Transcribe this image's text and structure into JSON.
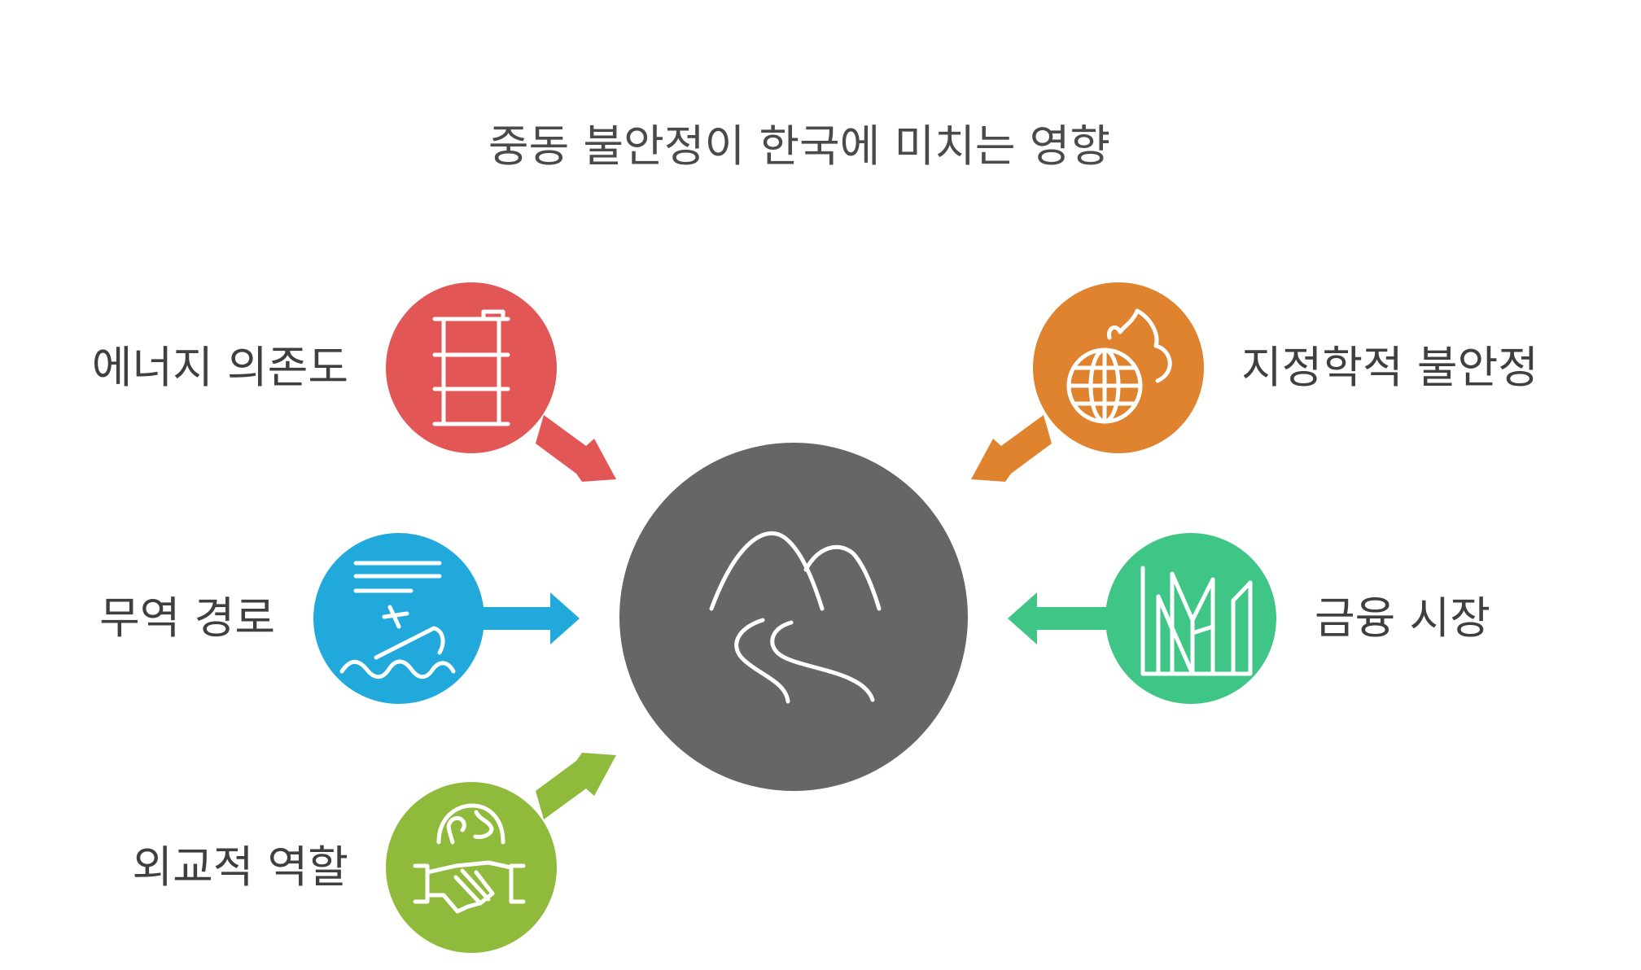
{
  "title": "중동 불안정이 한국에 미치는 영향",
  "center": {
    "icon": "mountain-road-icon",
    "color": "#666666"
  },
  "factors": [
    {
      "id": "energy",
      "label": "에너지 의존도",
      "icon": "oil-barrel-icon",
      "color": "#e35656"
    },
    {
      "id": "geopolitics",
      "label": "지정학적 불안정",
      "icon": "burning-globe-icon",
      "color": "#e0832f"
    },
    {
      "id": "trade",
      "label": "무역 경로",
      "icon": "sinking-ship-icon",
      "color": "#21a9dc"
    },
    {
      "id": "finance",
      "label": "금융 시장",
      "icon": "volatile-chart-icon",
      "color": "#3fc586"
    },
    {
      "id": "diplomacy",
      "label": "외교적 역할",
      "icon": "handshake-globe-icon",
      "color": "#8fba3b"
    }
  ]
}
